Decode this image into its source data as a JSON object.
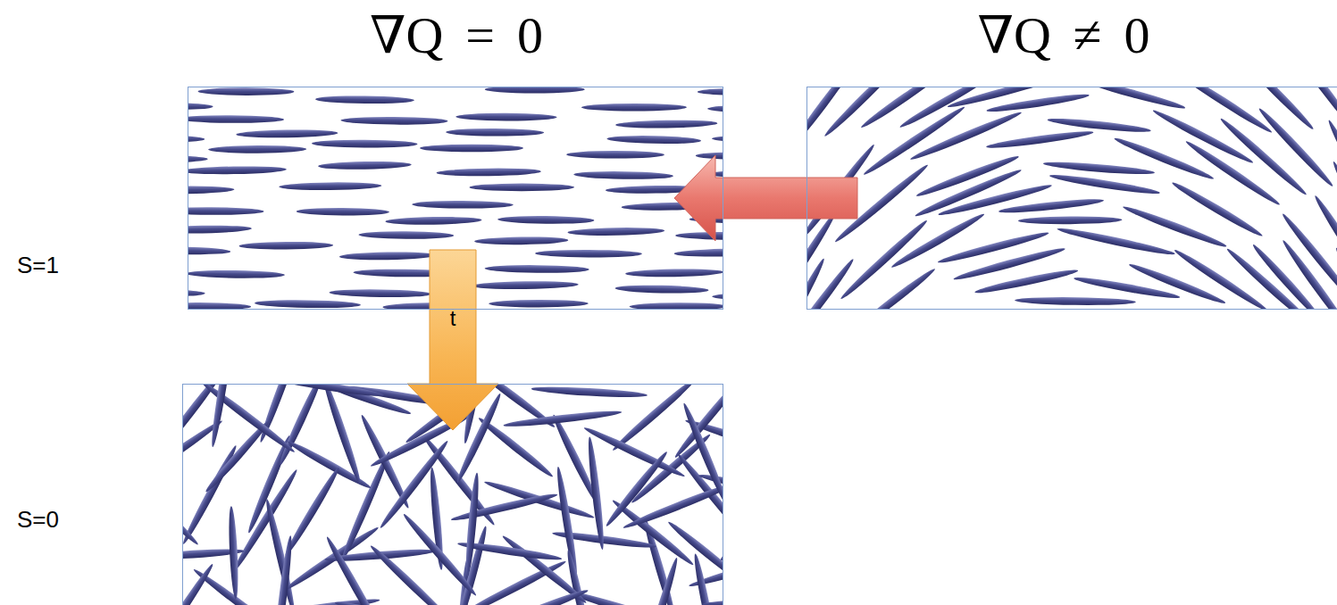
{
  "diagram": {
    "nodes": [
      {
        "text": [
          "∇Q = 0",
          "S=1"
        ]
      },
      {
        "text": [
          "∇Q ≠ 0"
        ]
      },
      {
        "text": [
          "S=0"
        ]
      }
    ],
    "edges": [
      {
        "from": 1,
        "to": 0,
        "arrow": "to"
      },
      {
        "from": 0,
        "to": 2,
        "arrow": "to",
        "label": "t"
      }
    ]
  }
}
